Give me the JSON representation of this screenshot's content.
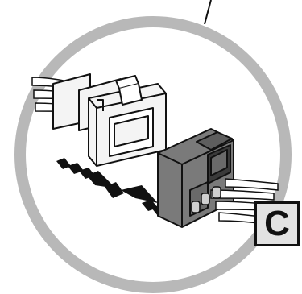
{
  "figure": {
    "callout_letter": "C"
  },
  "colors": {
    "ring": "#b8b8b8",
    "male_connector_fill": "#f4f4f4",
    "female_connector_fill": "#7a7a7a",
    "outline": "#111111",
    "callout_fill": "#e2e2e2"
  },
  "icons": [
    "magnifier-ring",
    "male-connector",
    "female-connector",
    "connect-arrows-icon",
    "wire-bundle"
  ]
}
